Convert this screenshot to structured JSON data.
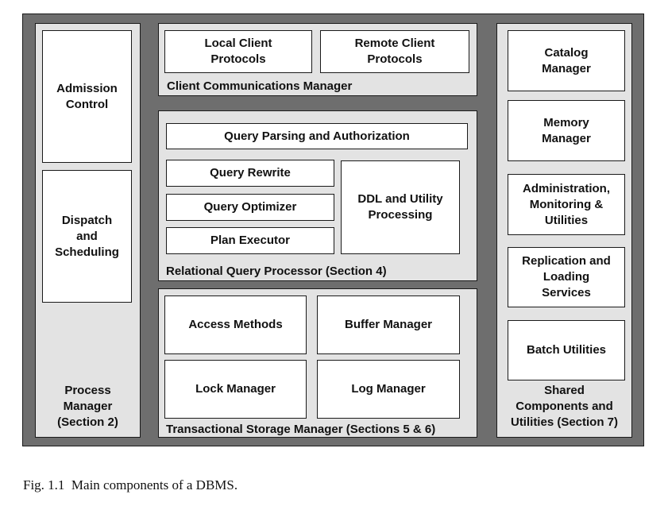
{
  "caption": "Fig. 1.1  Main components of a DBMS.",
  "process_manager": {
    "label": "Process\nManager\n(Section 2)",
    "admission_control": "Admission\nControl",
    "dispatch_scheduling": "Dispatch\nand\nScheduling"
  },
  "client_comm": {
    "label": "Client Communications Manager",
    "local": "Local Client\nProtocols",
    "remote": "Remote Client\nProtocols"
  },
  "query_processor": {
    "label": "Relational Query Processor (Section 4)",
    "parsing": "Query Parsing and Authorization",
    "rewrite": "Query Rewrite",
    "optimizer": "Query Optimizer",
    "executor": "Plan Executor",
    "ddl": "DDL and Utility\nProcessing"
  },
  "storage": {
    "label": "Transactional Storage Manager (Sections 5 & 6)",
    "access": "Access Methods",
    "buffer": "Buffer Manager",
    "lock": "Lock Manager",
    "log": "Log Manager"
  },
  "shared": {
    "label": "Shared\nComponents and\nUtilities (Section 7)",
    "catalog": "Catalog\nManager",
    "memory": "Memory\nManager",
    "admin": "Administration,\nMonitoring &\nUtilities",
    "replication": "Replication and\nLoading\nServices",
    "batch": "Batch Utilities"
  }
}
